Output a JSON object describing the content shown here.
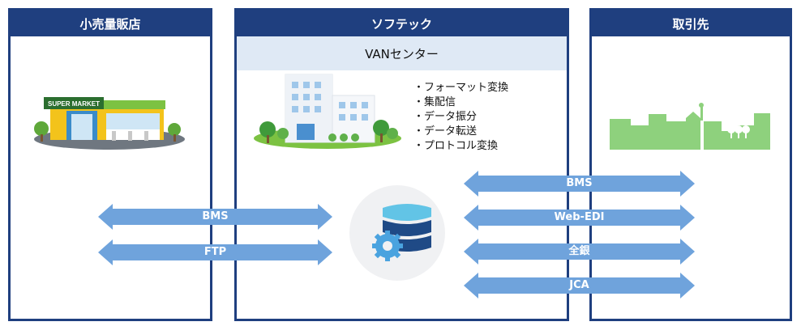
{
  "panels": {
    "left": {
      "title": "小売量販店",
      "store_sign": "SUPER MARKET"
    },
    "middle": {
      "title": "ソフテック",
      "subtitle": "VANセンター",
      "features": [
        "フォーマット変換",
        "集配信",
        "データ振分",
        "データ転送",
        "プロトコル変換"
      ]
    },
    "right": {
      "title": "取引先"
    }
  },
  "arrows": {
    "left": [
      "BMS",
      "FTP"
    ],
    "right": [
      "BMS",
      "Web-EDI",
      "全銀",
      "JCA"
    ]
  },
  "colors": {
    "frame": "#1f3f7f",
    "arrow": "#6fa3dc",
    "van_band": "#dfe9f5",
    "skyline": "#8ed17d"
  },
  "icons": [
    "supermarket-illustration",
    "office-building-illustration",
    "database-gear-icon",
    "city-skyline-illustration"
  ]
}
